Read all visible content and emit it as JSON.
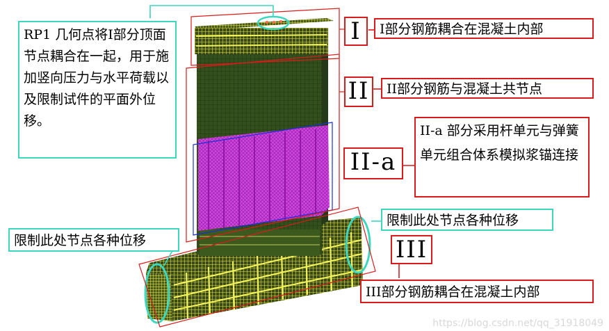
{
  "callouts": {
    "rp1_note": "RP1 几何点将Ⅰ部分顶面节点耦合在一起，用于施加竖向压力与水平荷载以及限制试件的平面外位移。",
    "part1_mark": "Ⅰ",
    "part1_desc": "Ⅰ部分钢筋耦合在混凝土内部",
    "part2_mark": "ⅠⅠ",
    "part2_desc": "ⅠⅠ部分钢筋与混凝土共节点",
    "part2a_mark": "ⅠⅠ-a",
    "part2a_desc": "ⅠⅠ-a 部分采用杆单元与弹簧单元组合体系模拟浆锚连接",
    "part3_mark": "ⅠⅠⅠ",
    "part3_desc": "ⅠⅠⅠ部分钢筋耦合在混凝土内部",
    "fix_left": "限制此处节点各种位移",
    "fix_right": "限制此处节点各种位移"
  },
  "watermark": "https://blog.csdn.net/qq_31918049",
  "colors": {
    "mesh_yellow": "#e8e83a",
    "concrete_green": "#33501c",
    "grout_magenta": "#c51fd8",
    "frame_red": "#d81c1c",
    "callout_teal": "#3cd7bf",
    "frame_blue": "#1b2fd8"
  }
}
